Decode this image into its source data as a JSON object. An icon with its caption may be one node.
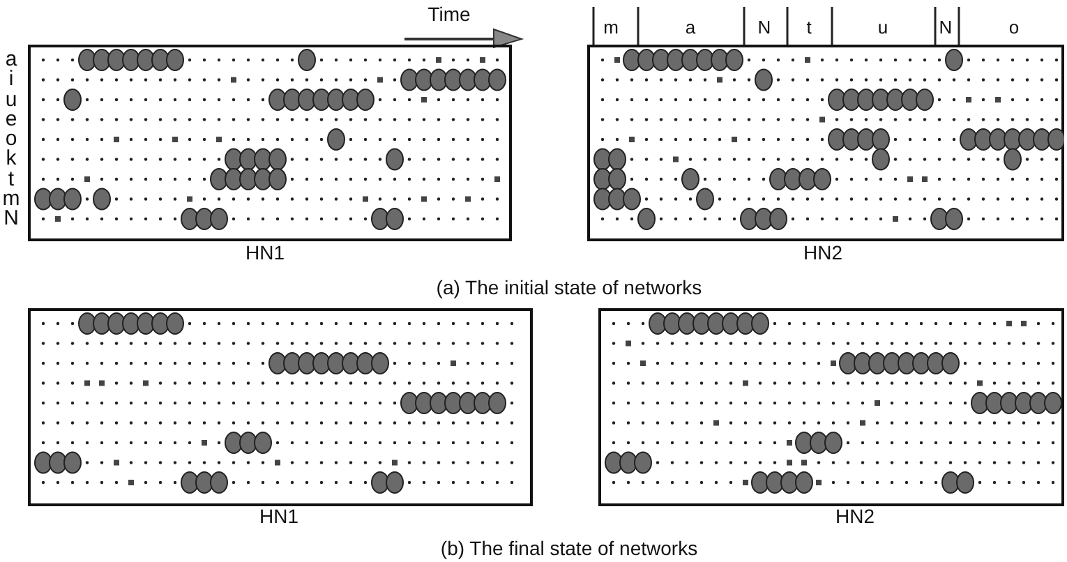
{
  "diagram": {
    "labels": [
      "Time",
      "m",
      "a",
      "N",
      "t",
      "u",
      "N",
      "o",
      "a",
      "i",
      "u",
      "e",
      "o",
      "k",
      "t",
      "m",
      "N",
      "HN1",
      "HN2",
      "(a) The initial state of networks",
      "HN1",
      "HN2",
      "(b) The final state of networks"
    ]
  }
}
